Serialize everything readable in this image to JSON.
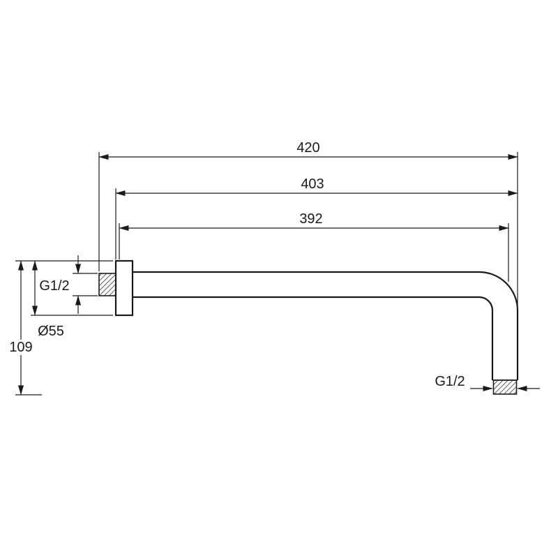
{
  "colors": {
    "background": "#ffffff",
    "line": "#1a1a1a"
  },
  "diagram": {
    "labels": {
      "dim_total": "420",
      "dim_mid": "403",
      "dim_inner": "392",
      "thread_wall": "G1/2",
      "flange_diameter": "Ø55",
      "drop_height": "109",
      "thread_outlet": "G1/2"
    }
  }
}
